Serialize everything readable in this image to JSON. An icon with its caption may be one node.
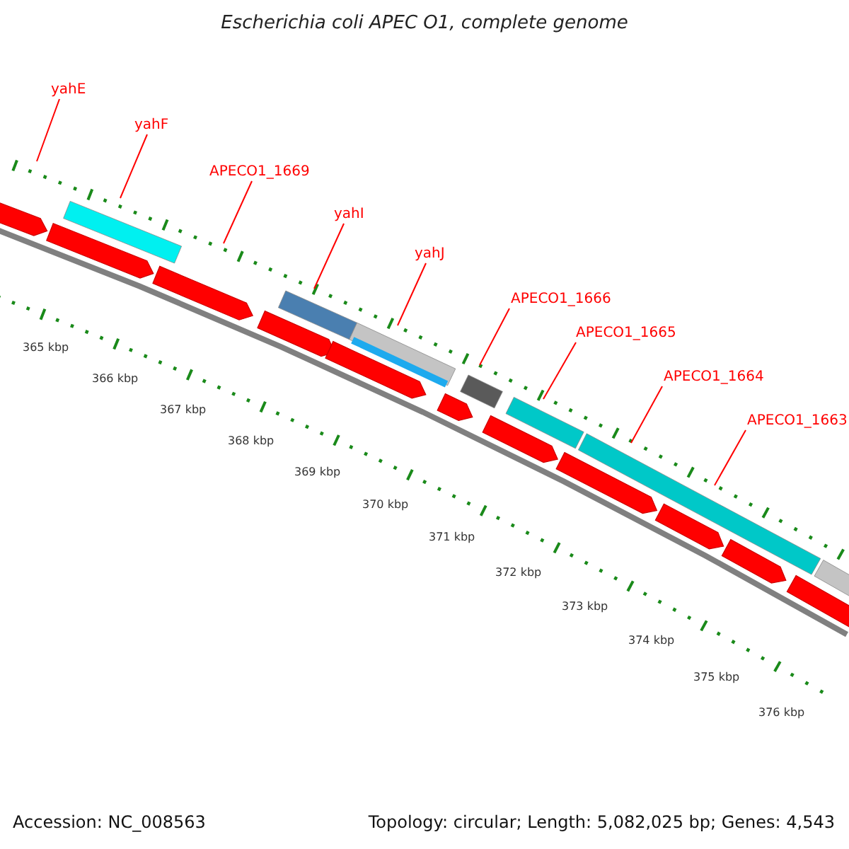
{
  "diagram": {
    "title": "Escherichia coli APEC O1, complete genome",
    "nodes": [
      {
        "text": [
          "yahE"
        ]
      },
      {
        "text": [
          "yahF"
        ]
      },
      {
        "text": [
          "APECO1_1669"
        ]
      },
      {
        "text": [
          "yahI"
        ]
      },
      {
        "text": [
          "yahJ"
        ]
      },
      {
        "text": [
          "APECO1_1666"
        ]
      },
      {
        "text": [
          "APECO1_1665"
        ]
      },
      {
        "text": [
          "APECO1_1664"
        ]
      },
      {
        "text": [
          "APECO1_1663"
        ]
      }
    ],
    "edges": [
      {
        "from": 0,
        "to": null,
        "arrow": "none"
      },
      {
        "from": 1,
        "to": null,
        "arrow": "none"
      },
      {
        "from": 2,
        "to": null,
        "arrow": "none"
      },
      {
        "from": 3,
        "to": null,
        "arrow": "none"
      },
      {
        "from": 4,
        "to": null,
        "arrow": "none"
      },
      {
        "from": 5,
        "to": null,
        "arrow": "none"
      },
      {
        "from": 6,
        "to": null,
        "arrow": "none"
      },
      {
        "from": 7,
        "to": null,
        "arrow": "none"
      },
      {
        "from": 8,
        "to": null,
        "arrow": "none"
      }
    ],
    "labels": [
      "365 kbp",
      "366 kbp",
      "367 kbp",
      "368 kbp",
      "369 kbp",
      "370 kbp",
      "371 kbp",
      "372 kbp",
      "373 kbp",
      "374 kbp",
      "375 kbp",
      "376 kbp",
      "Accession: NC_008563",
      "Topology: circular; Length: 5,082,025 bp; Genes: 4,543"
    ]
  }
}
